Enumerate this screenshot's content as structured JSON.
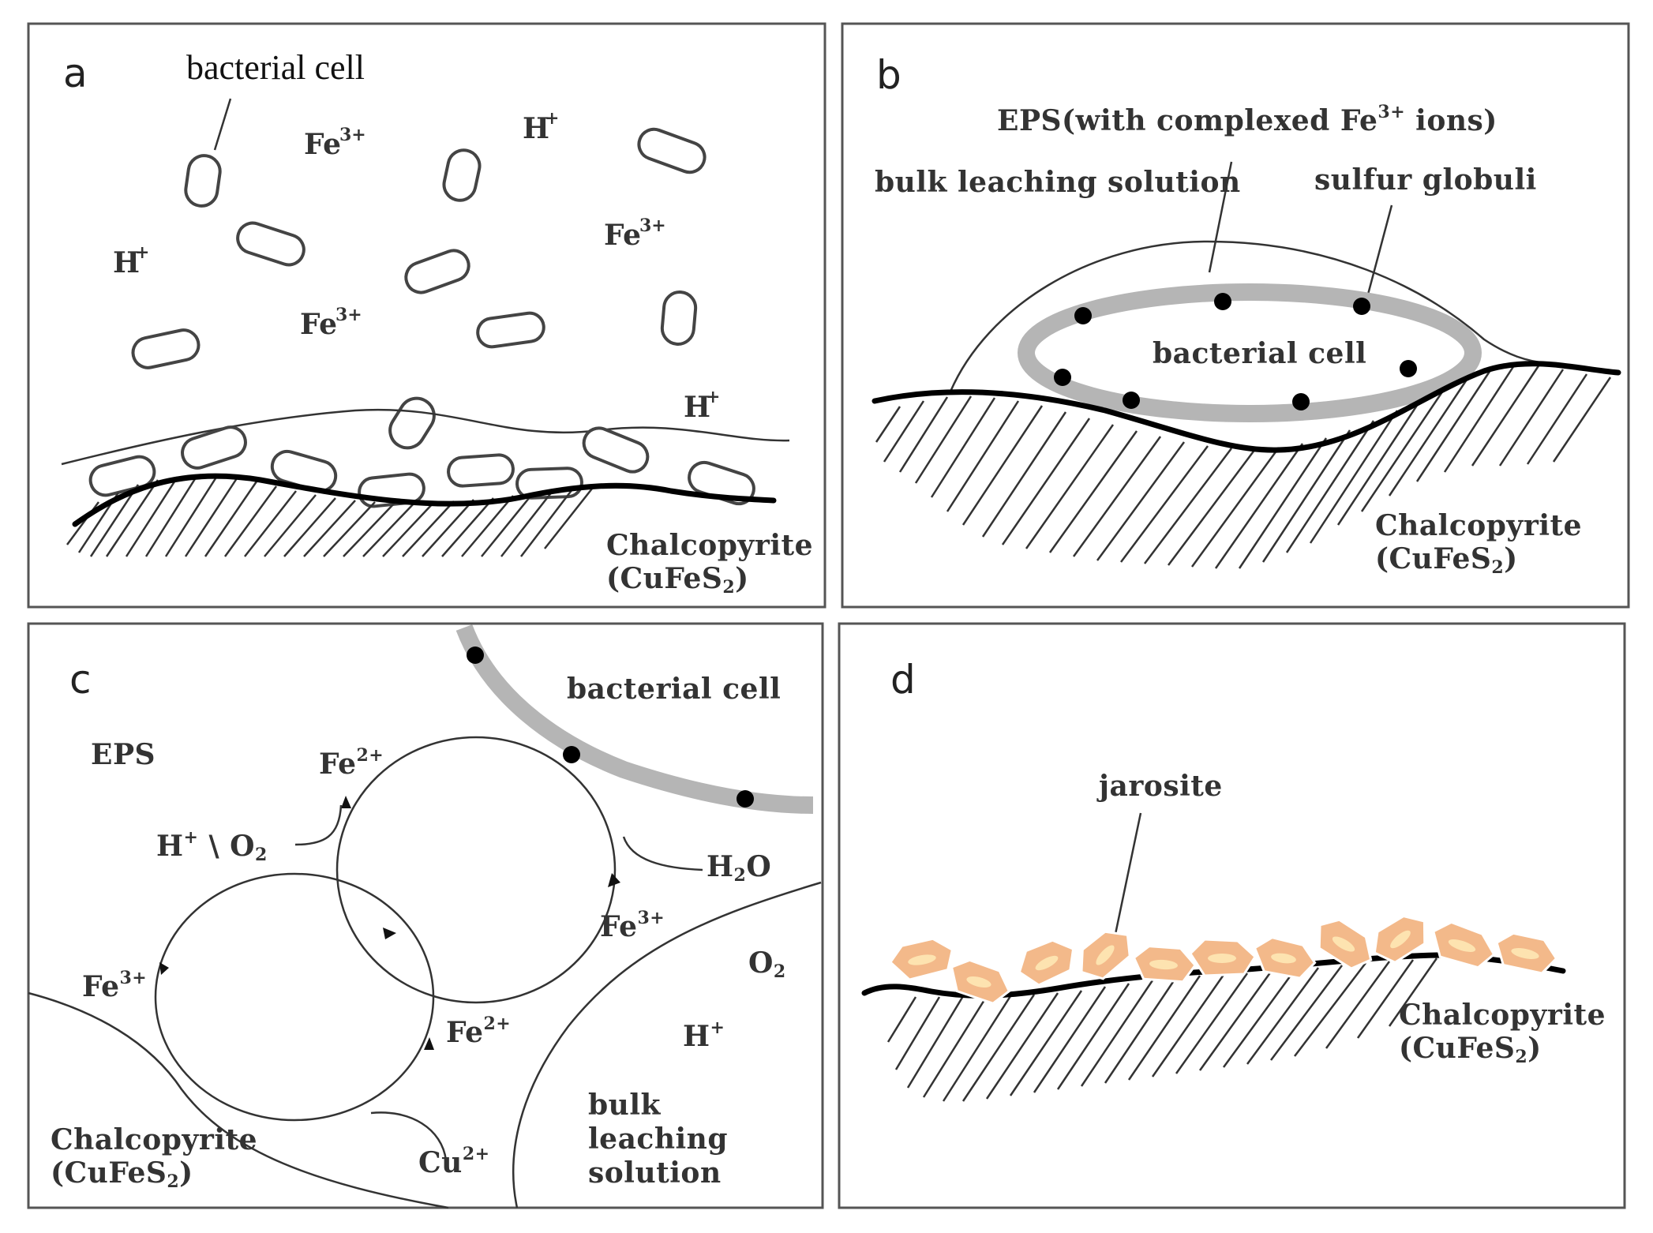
{
  "panels": {
    "a": {
      "letter": "a",
      "bacterial_cell_label": "bacterial  cell",
      "fe3_label": "Fe",
      "fe3_sup": "3+",
      "h_label": "H",
      "h_sup": "+",
      "mineral_name": "Chalcopyrite",
      "mineral_formula_open": "(CuFeS",
      "mineral_formula_sub": "2",
      "mineral_formula_close": ")"
    },
    "b": {
      "letter": "b",
      "eps_label_pre": "EPS(with complexed  Fe",
      "eps_label_sup": "3+",
      "eps_label_post": " ions)",
      "bulk_label": "bulk leaching solution",
      "sulfur_label": "sulfur globuli",
      "cell_label": "bacterial cell",
      "mineral_name": "Chalcopyrite",
      "mineral_formula_open": "(CuFeS",
      "mineral_formula_sub": "2",
      "mineral_formula_close": ")"
    },
    "c": {
      "letter": "c",
      "cell_label": "bacterial cell",
      "eps_label": "EPS",
      "fe_label": "Fe",
      "fe2_sup": "2+",
      "fe3_sup": "3+",
      "h_o2_pre": "H",
      "h_o2_sup": "+",
      "h_o2_post": " \\ O",
      "h_o2_sub": "2",
      "h2o_pre": "H",
      "h2o_sub": "2",
      "h2o_post": "O",
      "o2_pre": "O",
      "o2_sub": "2",
      "h_label": "H",
      "h_sup": "+",
      "bulk_line1": "bulk",
      "bulk_line2": "leaching",
      "bulk_line3": "solution",
      "cu_label": "Cu",
      "cu_sup": "2+",
      "mineral_name": "Chalcopyrite",
      "mineral_formula_open": "(CuFeS",
      "mineral_formula_sub": "2",
      "mineral_formula_close": ")"
    },
    "d": {
      "letter": "d",
      "jarosite_label": "jarosite",
      "mineral_name": "Chalcopyrite",
      "mineral_formula_open": "(CuFeS",
      "mineral_formula_sub": "2",
      "mineral_formula_close": ")"
    }
  },
  "colors": {
    "jarosite_fill": "#f3b98a",
    "jarosite_core": "#fde3b0",
    "eps_ring": "#b5b5b5"
  }
}
